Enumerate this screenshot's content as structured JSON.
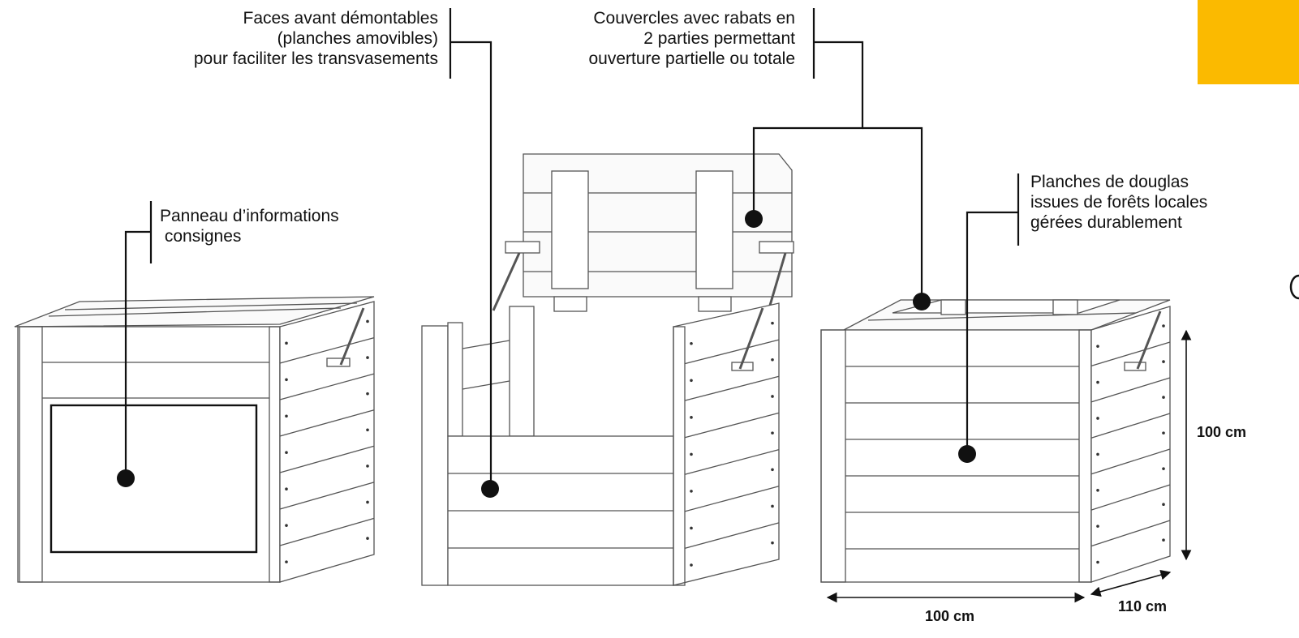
{
  "colors": {
    "accent": "#FBBA00",
    "ink": "#111111",
    "stroke": "#555555"
  },
  "callouts": {
    "front_faces": [
      "Faces avant démontables",
      "(planches amovibles)",
      "pour faciliter les transvasements"
    ],
    "lids": [
      "Couvercles avec rabats en",
      "2 parties permettant",
      "ouverture partielle ou totale"
    ],
    "info_panel": [
      "Panneau d’informations",
      " consignes"
    ],
    "douglas": [
      "Planches de douglas",
      "issues de forêts locales",
      "gérées durablement"
    ]
  },
  "dimensions": {
    "height": "100 cm",
    "width": "100 cm",
    "depth": "110 cm"
  }
}
